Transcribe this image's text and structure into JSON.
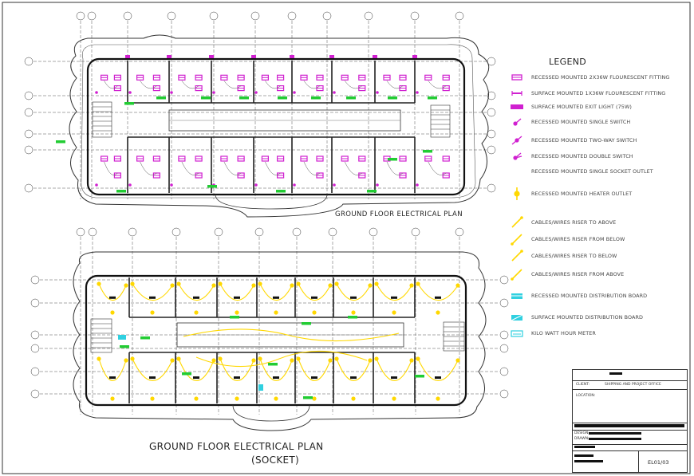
{
  "legend": {
    "title": "LEGEND",
    "items": [
      {
        "label": "RECESSED MOUNTED 2X36W FLOURESCENT FITTING",
        "icon": "recessed-fluorescent-icon",
        "color": "#d020d0"
      },
      {
        "label": "SURFACE MOUNTED 1X36W FLOURESCENT FITTING",
        "icon": "surface-fluorescent-icon",
        "color": "#d020d0"
      },
      {
        "label": "SURFACE MOUNTED EXIT LIGHT (75W)",
        "icon": "exit-light-icon",
        "color": "#d020d0"
      },
      {
        "label": "RECESSED MOUNTED SINGLE SWITCH",
        "icon": "single-switch-icon",
        "color": "#d020d0"
      },
      {
        "label": "RECESSED MOUNTED TWO-WAY SWITCH",
        "icon": "two-way-switch-icon",
        "color": "#d020d0"
      },
      {
        "label": "RECESSED MOUNTED DOUBLE SWITCH",
        "icon": "double-switch-icon",
        "color": "#d020d0"
      },
      {
        "label": "RECESSED MOUNTED SINGLE SOCKET OUTLET",
        "icon": "socket-outlet-icon",
        "color": "#ffd800"
      },
      {
        "label": "RECESSED MOUNTED HEATER OUTLET",
        "icon": "heater-outlet-icon",
        "color": "#ffd800"
      },
      {
        "label": "CABLES/WIRES RISER TO ABOVE",
        "icon": "riser-to-above-icon",
        "color": "#ffd800"
      },
      {
        "label": "CABLES/WIRES RISER FROM BELOW",
        "icon": "riser-from-below-icon",
        "color": "#ffd800"
      },
      {
        "label": "CABLES/WIRES RISER TO BELOW",
        "icon": "riser-to-below-icon",
        "color": "#ffd800"
      },
      {
        "label": "CABLES/WIRES RISER FROM ABOVE",
        "icon": "riser-from-above-icon",
        "color": "#ffd800"
      },
      {
        "label": "RECESSED MOUNTED DISTRIBUTION BOARD",
        "icon": "recessed-distribution-board-icon",
        "color": "#30d0e0"
      },
      {
        "label": "SURFACE MOUNTED DISTRIBUTION BOARD",
        "icon": "surface-distribution-board-icon",
        "color": "#30d0e0"
      },
      {
        "label": "KILO WATT HOUR METER",
        "icon": "kwh-meter-icon",
        "color": "#30d0e0"
      }
    ]
  },
  "plans": {
    "top_caption": "GROUND FLOOR ELECTRICAL PLAN",
    "bottom_caption_line1": "GROUND  FLOOR ELECTRICAL PLAN",
    "bottom_caption_line2": "(SOCKET)"
  },
  "title_block": {
    "client_label": "CLIENT:",
    "client_value": "SHIPPING AND PROJECT OFFICE",
    "location_label": "LOCATION:",
    "design_label": "DESIGN:",
    "drawn_label": "DRAWN:",
    "sheet_number": "EL01/03"
  },
  "colors": {
    "lighting": "#d020d0",
    "socket": "#ffd800",
    "board": "#30d0e0",
    "label_tag": "#22cc33",
    "linework": "#333333"
  }
}
